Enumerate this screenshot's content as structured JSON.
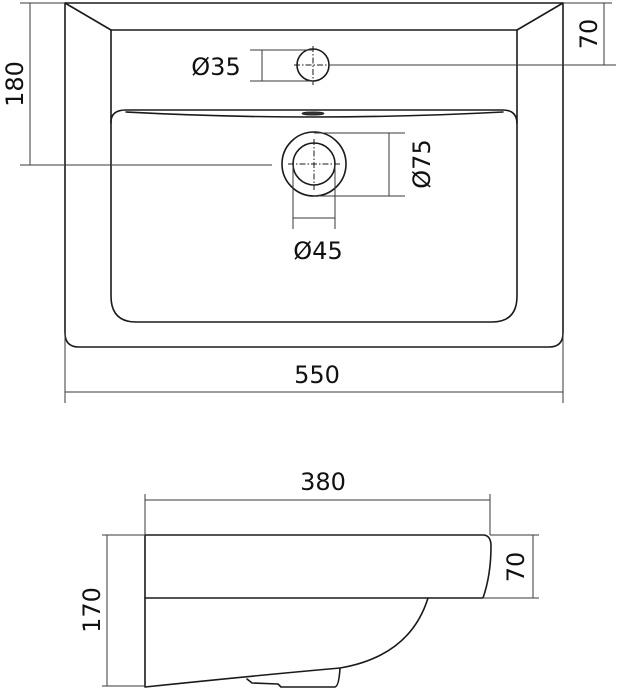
{
  "drawing": {
    "title": "Washbasin dimensional drawing",
    "views": [
      "top-view",
      "side-view"
    ],
    "line_color": "#1a1a1a",
    "background": "#ffffff"
  },
  "top_view": {
    "dimensions": {
      "overall_depth": "180",
      "faucet_hole_offset": "70",
      "faucet_hole_diameter": "Ø35",
      "drain_outer_diameter": "Ø75",
      "drain_inner_diameter": "Ø45",
      "overall_width": "550"
    }
  },
  "side_view": {
    "dimensions": {
      "depth": "380",
      "overall_height": "170",
      "rim_height": "70"
    }
  }
}
